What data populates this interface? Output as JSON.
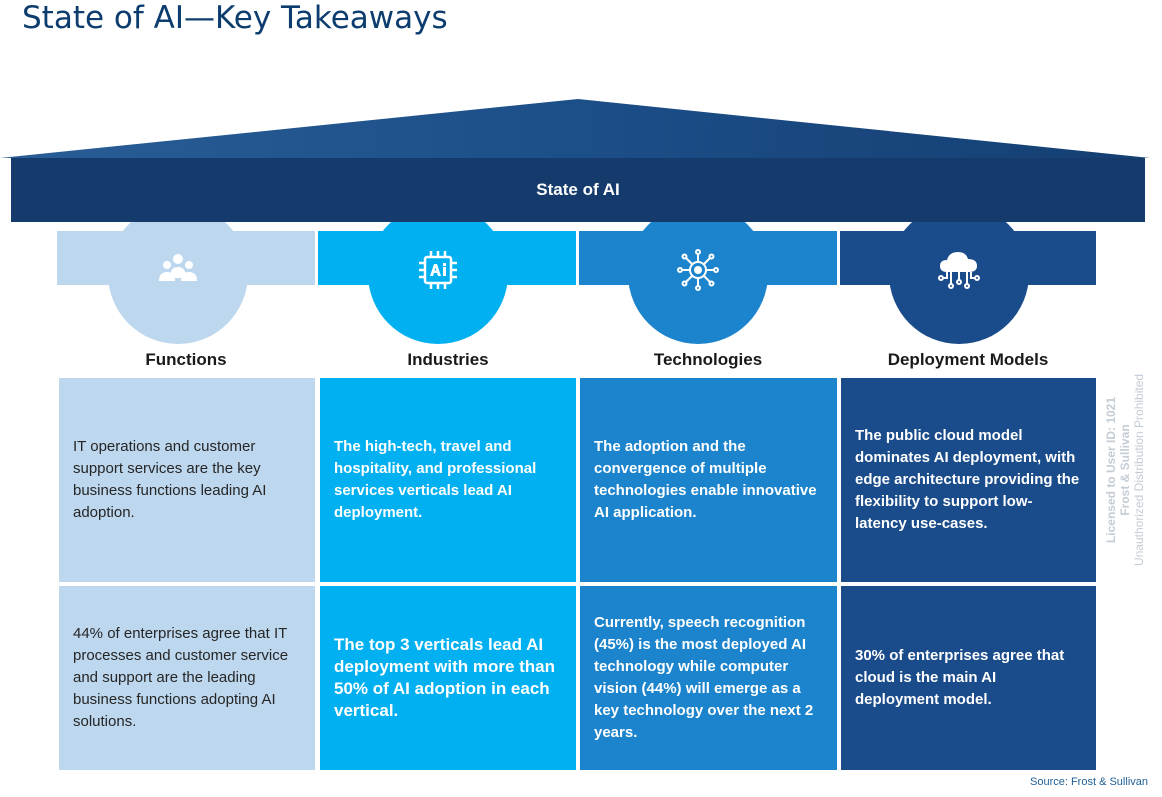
{
  "title": "State of AI—Key Takeaways",
  "banner": "State of AI",
  "columns": [
    {
      "heading": "Functions",
      "icon": "people-group-icon",
      "row1": "IT operations and customer support services are the key business functions leading AI adoption.",
      "row2": "44% of enterprises agree that IT processes and customer service and support are the leading business functions adopting AI solutions."
    },
    {
      "heading": "Industries",
      "icon": "ai-chip-icon",
      "row1": "The high-tech, travel and hospitality, and professional services verticals lead AI deployment.",
      "row2": "The top 3 verticals lead AI deployment with more than 50% of AI adoption in each vertical."
    },
    {
      "heading": "Technologies",
      "icon": "gear-network-icon",
      "row1": "The adoption and the convergence of multiple technologies enable innovative AI application.",
      "row2": "Currently, speech recognition (45%) is the most deployed AI technology while computer vision (44%) will emerge as a key technology over the next 2 years."
    },
    {
      "heading": "Deployment Models",
      "icon": "cloud-network-icon",
      "row1": "The public cloud model dominates AI deployment, with edge architecture providing the flexibility to support low-latency use-cases.",
      "row2": "30% of enterprises agree that cloud is the main AI deployment model."
    }
  ],
  "watermark": {
    "line1": "Licensed to User ID: 1021",
    "line2": "Frost & Sullivan",
    "line3": "Unauthorized Distribution Prohibited"
  },
  "source": "Source: Frost & Sullivan",
  "colors": {
    "title": "#0c3d6e",
    "roof": "#1a4f88",
    "banner": "#143b6b",
    "functions": "#bdd7ee",
    "industries": "#00b0f0",
    "technologies": "#1b84cc",
    "deployment": "#1a4b8a"
  }
}
